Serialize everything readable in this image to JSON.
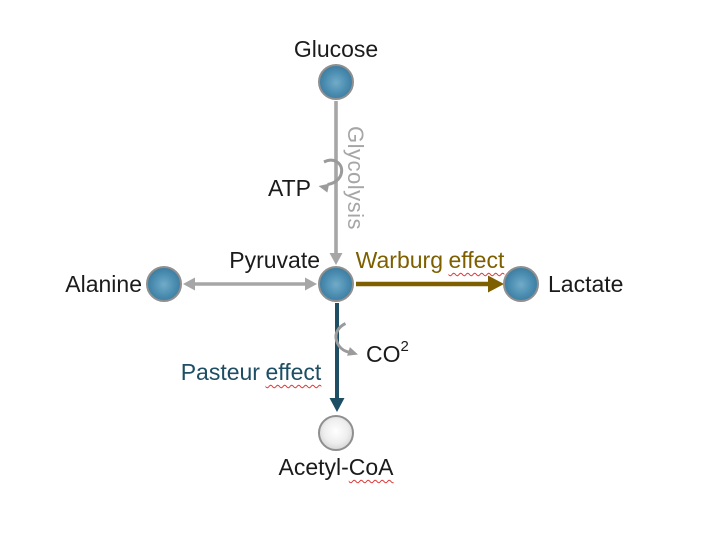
{
  "css_vars": {
    "bg": "#ffffff",
    "text-black": "#1b1b1b",
    "gray": "#a6a6a6",
    "branch-gray": "#9b9b9b",
    "olive": "#7e5f00",
    "teal": "#1d4e63",
    "squiggle-red": "#e03535",
    "node-border": "#8f8f8f",
    "node-blue-hi": "#72abc9",
    "node-blue-mid": "#4d8fb2",
    "node-blue-edge": "#2f6f95",
    "node-gray-hi": "#ffffff",
    "node-gray-mid": "#eeeeee",
    "node-gray-edge": "#c3c3c3"
  },
  "diagram": {
    "nodes": {
      "glucose": {
        "label": "Glucose"
      },
      "pyruvate": {
        "label": "Pyruvate"
      },
      "alanine": {
        "label": "Alanine"
      },
      "lactate": {
        "label": "Lactate"
      },
      "acetyl_coa": {
        "label_prefix": "Acetyl-",
        "label_flagged": "CoA"
      }
    },
    "edges": {
      "glycolysis": {
        "label": "Glycolysis"
      },
      "atp_branch": {
        "label": "ATP"
      },
      "co2_branch": {
        "label_base": "CO",
        "label_sup": "2"
      },
      "warburg": {
        "label_prefix": "Warburg",
        "label_flagged": "effect"
      },
      "pasteur": {
        "label_prefix": "Pasteur",
        "label_flagged": "effect"
      }
    }
  }
}
